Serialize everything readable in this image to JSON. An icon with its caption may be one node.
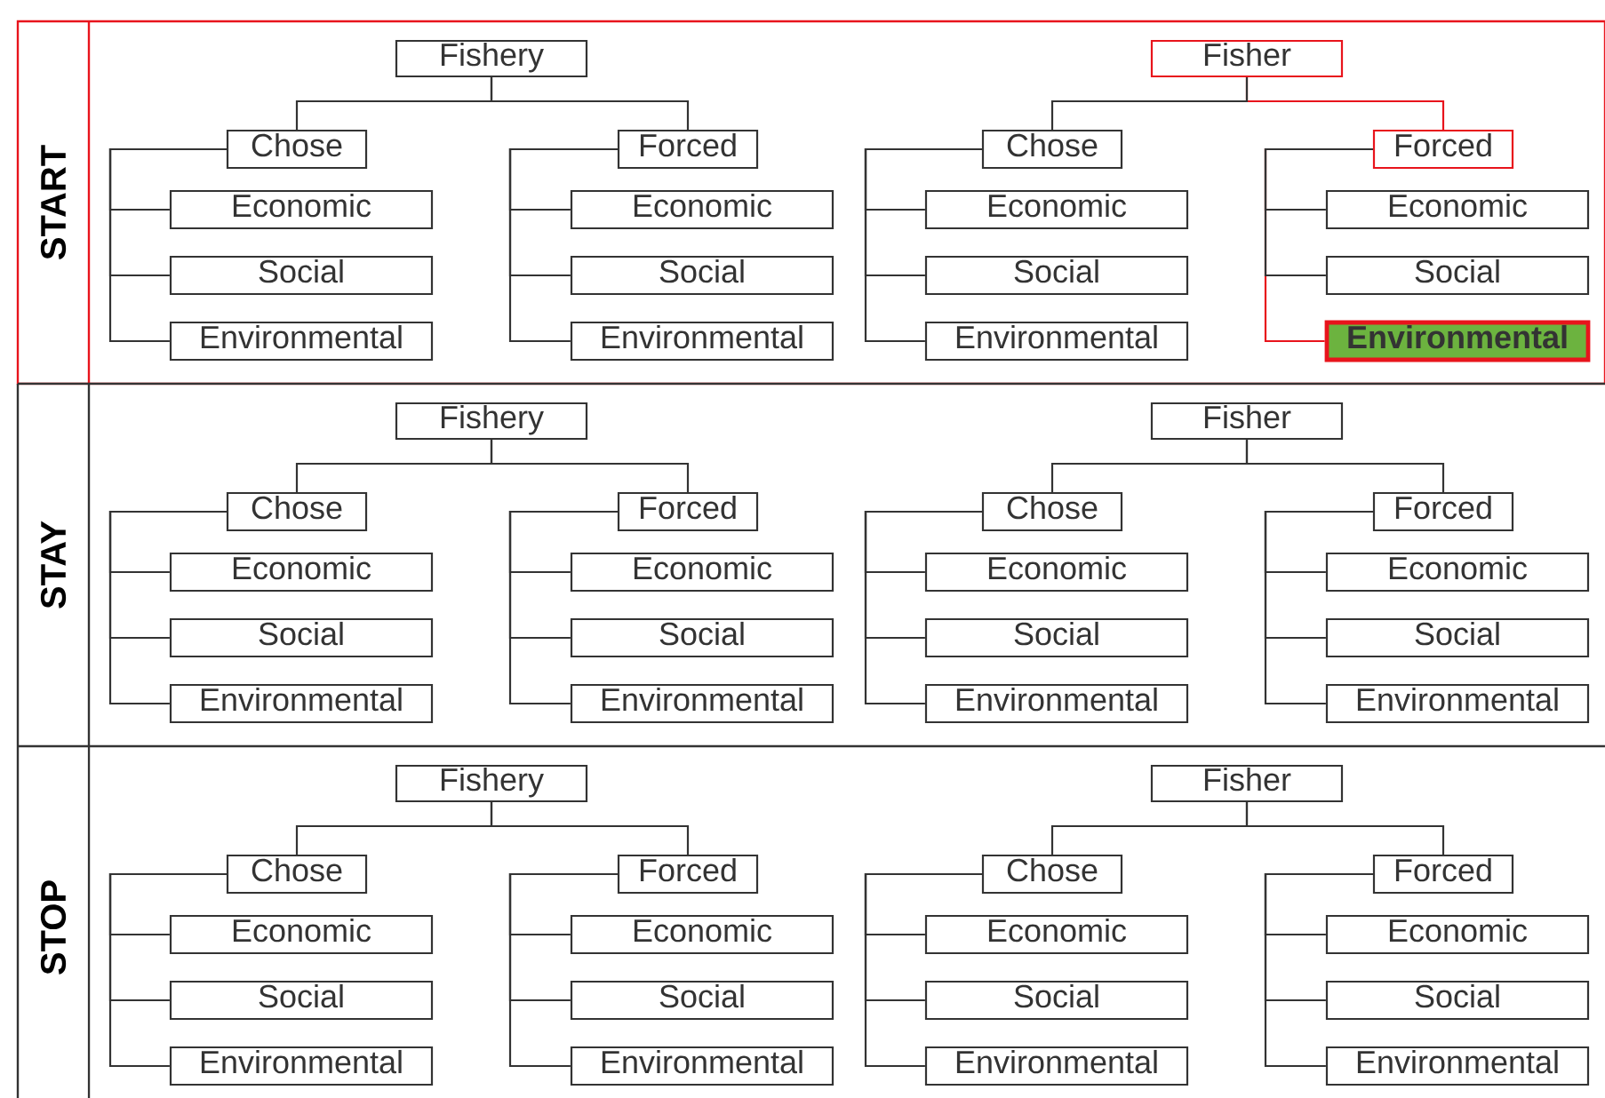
{
  "diagram": {
    "nodes": [
      {
        "text": [
          "START"
        ]
      },
      {
        "text": [
          "Fishery"
        ],
        "in": 0
      },
      {
        "text": [
          "Chose"
        ],
        "in": 0
      },
      {
        "text": [
          "Economic"
        ],
        "in": 0
      },
      {
        "text": [
          "Social"
        ],
        "in": 0
      },
      {
        "text": [
          "Environmental"
        ],
        "in": 0
      },
      {
        "text": [
          "Forced"
        ],
        "in": 0
      },
      {
        "text": [
          "Economic"
        ],
        "in": 0
      },
      {
        "text": [
          "Social"
        ],
        "in": 0
      },
      {
        "text": [
          "Environmental"
        ],
        "in": 0
      },
      {
        "text": [
          "Fisher"
        ],
        "in": 0
      },
      {
        "text": [
          "Chose"
        ],
        "in": 0
      },
      {
        "text": [
          "Economic"
        ],
        "in": 0
      },
      {
        "text": [
          "Social"
        ],
        "in": 0
      },
      {
        "text": [
          "Environmental"
        ],
        "in": 0
      },
      {
        "text": [
          "Forced"
        ],
        "in": 0
      },
      {
        "text": [
          "Economic"
        ],
        "in": 0
      },
      {
        "text": [
          "Social"
        ],
        "in": 0
      },
      {
        "text": [
          "Environmental"
        ],
        "in": 0
      },
      {
        "text": [
          "STAY"
        ]
      },
      {
        "text": [
          "Fishery"
        ],
        "in": 19
      },
      {
        "text": [
          "Chose"
        ],
        "in": 19
      },
      {
        "text": [
          "Economic"
        ],
        "in": 19
      },
      {
        "text": [
          "Social"
        ],
        "in": 19
      },
      {
        "text": [
          "Environmental"
        ],
        "in": 19
      },
      {
        "text": [
          "Forced"
        ],
        "in": 19
      },
      {
        "text": [
          "Economic"
        ],
        "in": 19
      },
      {
        "text": [
          "Social"
        ],
        "in": 19
      },
      {
        "text": [
          "Environmental"
        ],
        "in": 19
      },
      {
        "text": [
          "Fisher"
        ],
        "in": 19
      },
      {
        "text": [
          "Chose"
        ],
        "in": 19
      },
      {
        "text": [
          "Economic"
        ],
        "in": 19
      },
      {
        "text": [
          "Social"
        ],
        "in": 19
      },
      {
        "text": [
          "Environmental"
        ],
        "in": 19
      },
      {
        "text": [
          "Forced"
        ],
        "in": 19
      },
      {
        "text": [
          "Economic"
        ],
        "in": 19
      },
      {
        "text": [
          "Social"
        ],
        "in": 19
      },
      {
        "text": [
          "Environmental"
        ],
        "in": 19
      },
      {
        "text": [
          "STOP"
        ]
      },
      {
        "text": [
          "Fishery"
        ],
        "in": 38
      },
      {
        "text": [
          "Chose"
        ],
        "in": 38
      },
      {
        "text": [
          "Economic"
        ],
        "in": 38
      },
      {
        "text": [
          "Social"
        ],
        "in": 38
      },
      {
        "text": [
          "Environmental"
        ],
        "in": 38
      },
      {
        "text": [
          "Forced"
        ],
        "in": 38
      },
      {
        "text": [
          "Economic"
        ],
        "in": 38
      },
      {
        "text": [
          "Social"
        ],
        "in": 38
      },
      {
        "text": [
          "Environmental"
        ],
        "in": 38
      },
      {
        "text": [
          "Fisher"
        ],
        "in": 38
      },
      {
        "text": [
          "Chose"
        ],
        "in": 38
      },
      {
        "text": [
          "Economic"
        ],
        "in": 38
      },
      {
        "text": [
          "Social"
        ],
        "in": 38
      },
      {
        "text": [
          "Environmental"
        ],
        "in": 38
      },
      {
        "text": [
          "Forced"
        ],
        "in": 38
      },
      {
        "text": [
          "Economic"
        ],
        "in": 38
      },
      {
        "text": [
          "Social"
        ],
        "in": 38
      },
      {
        "text": [
          "Environmental"
        ],
        "in": 38
      }
    ],
    "edges": [
      {
        "from": 1,
        "to": 2,
        "arrow": "none"
      },
      {
        "from": 2,
        "to": 3,
        "arrow": "none"
      },
      {
        "from": 2,
        "to": 4,
        "arrow": "none"
      },
      {
        "from": 2,
        "to": 5,
        "arrow": "none"
      },
      {
        "from": 1,
        "to": 6,
        "arrow": "none"
      },
      {
        "from": 6,
        "to": 7,
        "arrow": "none"
      },
      {
        "from": 6,
        "to": 8,
        "arrow": "none"
      },
      {
        "from": 6,
        "to": 9,
        "arrow": "none"
      },
      {
        "from": 10,
        "to": 11,
        "arrow": "none"
      },
      {
        "from": 11,
        "to": 12,
        "arrow": "none"
      },
      {
        "from": 11,
        "to": 13,
        "arrow": "none"
      },
      {
        "from": 11,
        "to": 14,
        "arrow": "none"
      },
      {
        "from": 10,
        "to": 15,
        "arrow": "none",
        "color": "#e8141c"
      },
      {
        "from": 15,
        "to": 16,
        "arrow": "none"
      },
      {
        "from": 15,
        "to": 17,
        "arrow": "none"
      },
      {
        "from": 15,
        "to": 18,
        "arrow": "none",
        "color": "#e8141c"
      },
      {
        "from": 20,
        "to": 21,
        "arrow": "none"
      },
      {
        "from": 21,
        "to": 22,
        "arrow": "none"
      },
      {
        "from": 21,
        "to": 23,
        "arrow": "none"
      },
      {
        "from": 21,
        "to": 24,
        "arrow": "none"
      },
      {
        "from": 20,
        "to": 25,
        "arrow": "none"
      },
      {
        "from": 25,
        "to": 26,
        "arrow": "none"
      },
      {
        "from": 25,
        "to": 27,
        "arrow": "none"
      },
      {
        "from": 25,
        "to": 28,
        "arrow": "none"
      },
      {
        "from": 29,
        "to": 30,
        "arrow": "none"
      },
      {
        "from": 30,
        "to": 31,
        "arrow": "none"
      },
      {
        "from": 30,
        "to": 32,
        "arrow": "none"
      },
      {
        "from": 30,
        "to": 33,
        "arrow": "none"
      },
      {
        "from": 29,
        "to": 34,
        "arrow": "none"
      },
      {
        "from": 34,
        "to": 35,
        "arrow": "none"
      },
      {
        "from": 34,
        "to": 36,
        "arrow": "none"
      },
      {
        "from": 34,
        "to": 37,
        "arrow": "none"
      },
      {
        "from": 39,
        "to": 40,
        "arrow": "none"
      },
      {
        "from": 40,
        "to": 41,
        "arrow": "none"
      },
      {
        "from": 40,
        "to": 42,
        "arrow": "none"
      },
      {
        "from": 40,
        "to": 43,
        "arrow": "none"
      },
      {
        "from": 39,
        "to": 44,
        "arrow": "none"
      },
      {
        "from": 44,
        "to": 45,
        "arrow": "none"
      },
      {
        "from": 44,
        "to": 46,
        "arrow": "none"
      },
      {
        "from": 44,
        "to": 47,
        "arrow": "none"
      },
      {
        "from": 48,
        "to": 49,
        "arrow": "none"
      },
      {
        "from": 49,
        "to": 50,
        "arrow": "none"
      },
      {
        "from": 49,
        "to": 51,
        "arrow": "none"
      },
      {
        "from": 49,
        "to": 52,
        "arrow": "none"
      },
      {
        "from": 48,
        "to": 53,
        "arrow": "none"
      },
      {
        "from": 53,
        "to": 54,
        "arrow": "none"
      },
      {
        "from": 53,
        "to": 55,
        "arrow": "none"
      },
      {
        "from": 53,
        "to": 56,
        "arrow": "none"
      }
    ]
  }
}
